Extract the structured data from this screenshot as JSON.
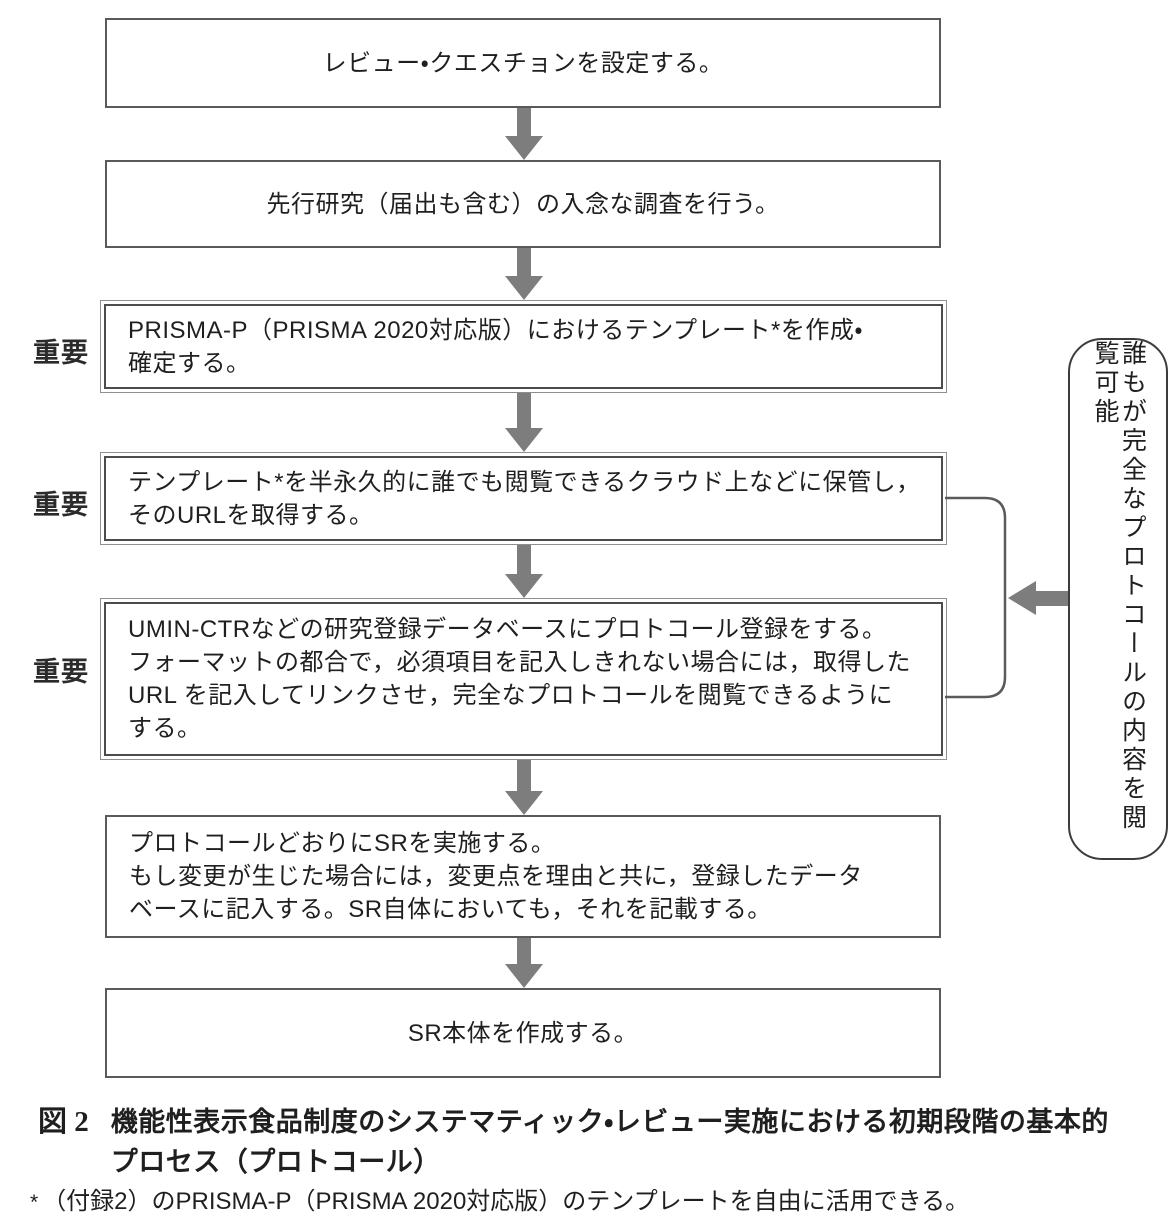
{
  "figure": {
    "importance_label": "重要",
    "boxes": [
      {
        "id": "set-review-question",
        "text": "レビュー・クエスチョンを設定する。"
      },
      {
        "id": "survey-prior-research",
        "text": "先行研究（届出も含む）の入念な調査を行う。"
      },
      {
        "id": "create-prisma-template",
        "text": "PRISMA-P（PRISMA 2020対応版）におけるテンプレート*を作成・\n確定する。"
      },
      {
        "id": "store-template-cloud",
        "text": "テンプレート*を半永久的に誰でも閲覧できるクラウド上などに保管し，\nそのURLを取得する。"
      },
      {
        "id": "register-protocol",
        "text": "UMIN-CTRなどの研究登録データベースにプロトコール登録をする。\nフォーマットの都合で，必須項目を記入しきれない場合には，取得した\nURL を記入してリンクさせ，完全なプロトコールを閲覧できるように\nする。"
      },
      {
        "id": "conduct-sr",
        "text": "プロトコールどおりにSRを実施する。\nもし変更が生じた場合には，変更点を理由と共に，登録したデータ\nベースに記入する。SR自体においても，それを記載する。"
      },
      {
        "id": "write-sr",
        "text": "SR本体を作成する。"
      }
    ],
    "side_note": "誰もが完全なプロトコールの内容を閲覧可能",
    "caption": {
      "figure_label": "図 2",
      "text": "機能性表示食品制度のシステマティック・レビュー実施における初期段階の基本的\nプロセス（プロトコール）"
    },
    "footnote": {
      "marker": "*",
      "text": "（付録2）のPRISMA-P（PRISMA 2020対応版）のテンプレートを自由に活用できる。"
    }
  },
  "colors": {
    "arrow": "#7d7d7d",
    "single_box_border": "#5a5a5a",
    "double_box_outer_border": "#8f8f8f",
    "double_box_inner_border": "#4c4c4c",
    "side_note_border": "#3c3c3c",
    "text": "#1f1f1f"
  }
}
